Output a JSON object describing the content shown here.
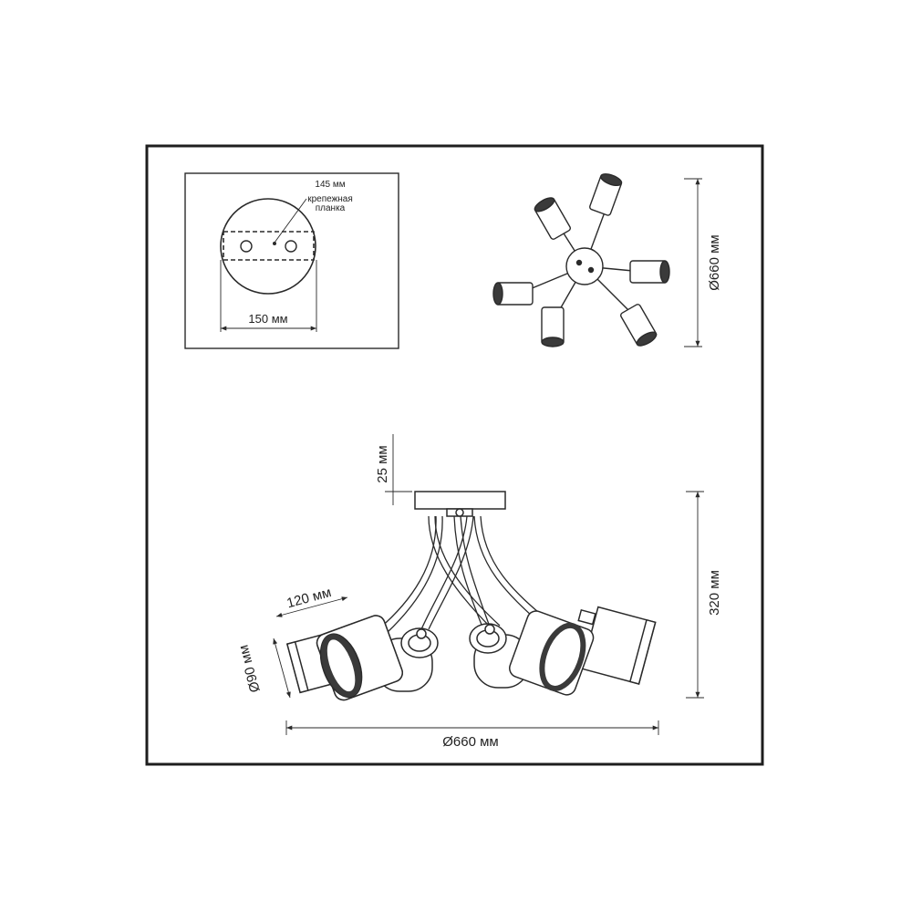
{
  "mount_inset": {
    "width_label": "150 мм",
    "spacing_label": "145 мм",
    "bracket_label_line1": "крепежная",
    "bracket_label_line2": "планка"
  },
  "top_view": {
    "diameter_label": "Ø660 мм"
  },
  "side_view": {
    "canopy_height_label": "25 мм",
    "total_height_label": "320 мм",
    "shade_length_label": "120 мм",
    "shade_diameter_label": "Ø90 мм",
    "total_width_label": "Ø660 мм"
  },
  "colors": {
    "line": "#2a2a2a",
    "shade_fill": "#3a3a3a",
    "frame": "#1e1e1e"
  }
}
